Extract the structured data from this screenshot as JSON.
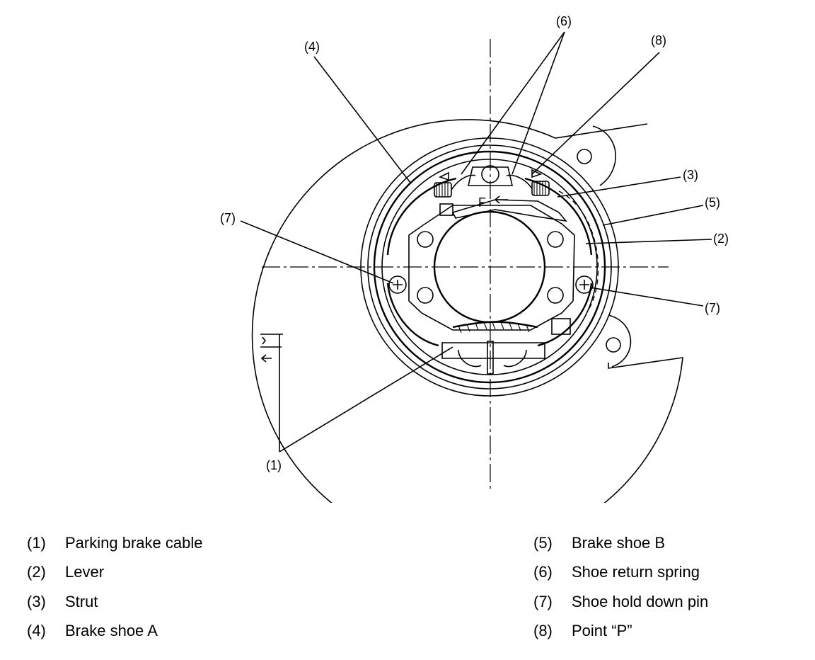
{
  "callouts": {
    "c1": "(1)",
    "c2": "(2)",
    "c3": "(3)",
    "c4": "(4)",
    "c5": "(5)",
    "c6": "(6)",
    "c7a": "(7)",
    "c7b": "(7)",
    "c8": "(8)",
    "point_f": "F"
  },
  "legend": {
    "left": [
      {
        "num": "(1)",
        "text": "Parking brake cable"
      },
      {
        "num": "(2)",
        "text": "Lever"
      },
      {
        "num": "(3)",
        "text": "Strut"
      },
      {
        "num": "(4)",
        "text": "Brake shoe A"
      }
    ],
    "right": [
      {
        "num": "(5)",
        "text": "Brake shoe B"
      },
      {
        "num": "(6)",
        "text": "Shoe return spring"
      },
      {
        "num": "(7)",
        "text": "Shoe hold down pin"
      },
      {
        "num": "(8)",
        "text": "Point “P”"
      }
    ]
  }
}
